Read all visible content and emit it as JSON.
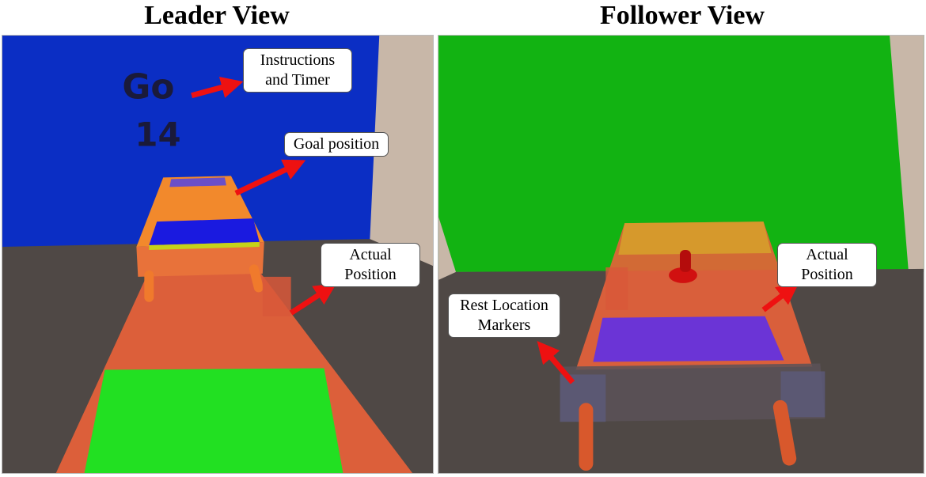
{
  "leader": {
    "title": "Leader View",
    "hud_status": "Go",
    "hud_timer": "14",
    "callouts": {
      "instructions": [
        "Instructions",
        "and Timer"
      ],
      "goal": "Goal position",
      "actual": [
        "Actual",
        "Position"
      ]
    }
  },
  "follower": {
    "title": "Follower View",
    "callouts": {
      "rest": [
        "Rest Location",
        "Markers"
      ],
      "actual": [
        "Actual",
        "Position"
      ]
    }
  },
  "colors": {
    "leader_wall": "#0b2ec4",
    "follower_wall": "#12b312",
    "floor": "#4f4845",
    "side_wall": "#c8b7a8",
    "table_orange": "#e8623a",
    "goal_blue": "#1a1ae0",
    "goal_purple": "#6b34d6",
    "green_mat": "#22e022",
    "arrow": "#ee1111"
  }
}
